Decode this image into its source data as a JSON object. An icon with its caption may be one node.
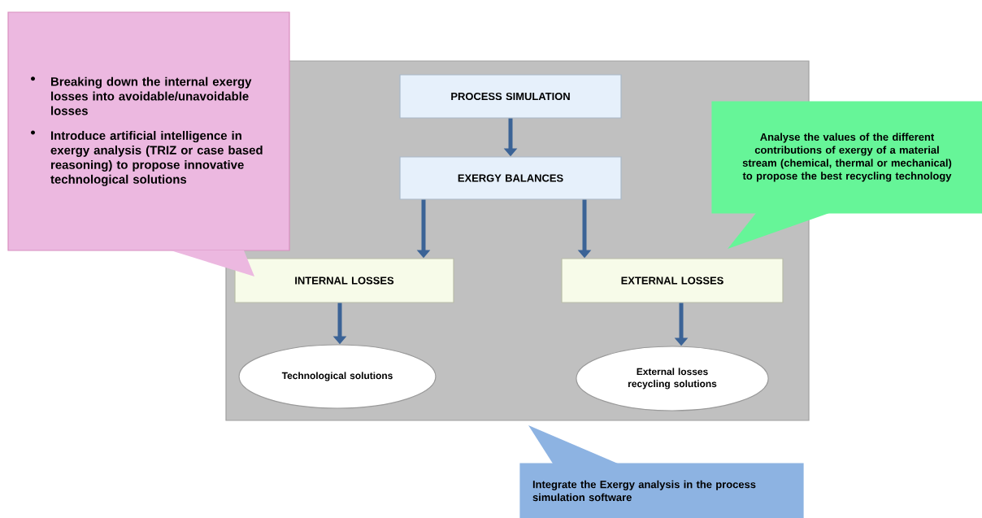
{
  "diagram": {
    "nodes": [
      {
        "text": [],
        "shape": "box"
      },
      {
        "text": [
          "PROCESS SIMULATION"
        ],
        "in": 0
      },
      {
        "text": [
          "EXERGY BALANCES"
        ],
        "in": 0
      },
      {
        "text": [
          "INTERNAL LOSSES"
        ],
        "in": 0
      },
      {
        "text": [
          "EXTERNAL LOSSES"
        ],
        "in": 0
      },
      {
        "text": [
          "Technological solutions"
        ],
        "in": 0
      },
      {
        "text": [
          "External losses recycling solutions"
        ],
        "in": 0
      },
      {
        "text": [
          "Breaking down the internal exergy losses into avoidable/unavoidable losses",
          "Introduce artificial intelligence in exergy analysis (TRIZ or case based reasoning) to propose innovative technological solutions"
        ]
      },
      {
        "text": [
          "Analyse the values of the different contributions of exergy of a material stream (chemical, thermal or mechanical) to propose the best recycling technology"
        ]
      },
      {
        "text": [
          "Integrate the Exergy analysis in the process simulation software"
        ]
      }
    ],
    "edges": [
      {
        "from": 1,
        "to": 2,
        "arrow": "to"
      },
      {
        "from": 2,
        "to": 3,
        "arrow": "to"
      },
      {
        "from": 2,
        "to": 4,
        "arrow": "to"
      },
      {
        "from": 3,
        "to": 5,
        "arrow": "to"
      },
      {
        "from": 4,
        "to": 6,
        "arrow": "to"
      }
    ]
  }
}
